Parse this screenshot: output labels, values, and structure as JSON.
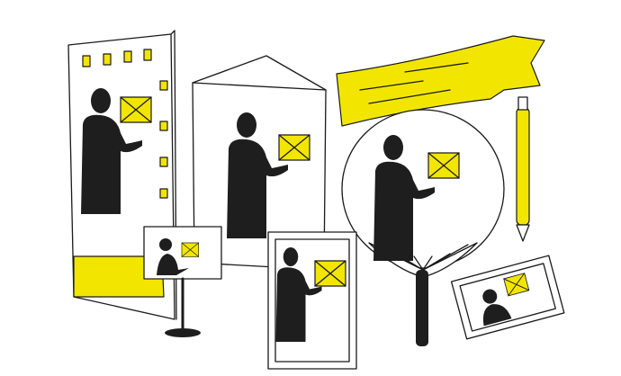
{
  "colors": {
    "accent": "#f2e600",
    "ink": "#1a1a1a",
    "paper": "#ffffff"
  },
  "elements": [
    "hanging-banner",
    "pentagon-signboard",
    "round-fan",
    "yellow-ribbon",
    "pen",
    "small-easel-sign",
    "framed-card",
    "tilted-photo-card"
  ],
  "icons": [
    "person-silhouette",
    "envelope-icon"
  ]
}
